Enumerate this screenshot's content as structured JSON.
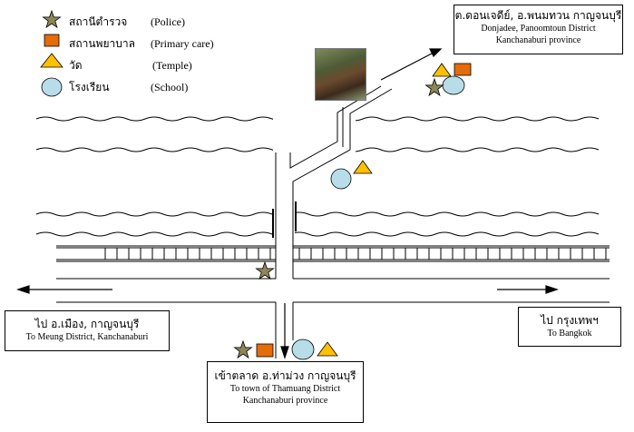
{
  "legend": [
    {
      "icon": "star-icon",
      "thai": "สถานีตำรวจ",
      "english": "(Police)"
    },
    {
      "icon": "square-icon",
      "thai": "สถานพยาบาล",
      "english": "(Primary care)"
    },
    {
      "icon": "triangle-icon",
      "thai": "วัด",
      "english": "(Temple)"
    },
    {
      "icon": "circle-icon",
      "thai": "โรงเรียน",
      "english": "(School)"
    }
  ],
  "destinations": {
    "top_right": {
      "thai": "ต.ดอนเจดีย์, อ.พนมทวน กาญจนบุรี",
      "english1": "Donjadee, Panoomtoun District",
      "english2": "Kanchanaburi province"
    },
    "left": {
      "thai": "ไป อ.เมือง, กาญจนบุรี",
      "english": "To Meung District, Kanchanaburi"
    },
    "right": {
      "thai": "ไป กรุงเทพฯ",
      "english": "To Bangkok"
    },
    "bottom": {
      "thai": "เข้าตลาด อ.ท่าม่วง กาญจนบุรี",
      "english1": "To town of Thamuang District",
      "english2": "Kanchanaburi province"
    }
  },
  "colors": {
    "star": "#8c8658",
    "square": "#e46c0a",
    "triangle": "#ffc000",
    "circle": "#b7dde8",
    "line": "#000000"
  }
}
